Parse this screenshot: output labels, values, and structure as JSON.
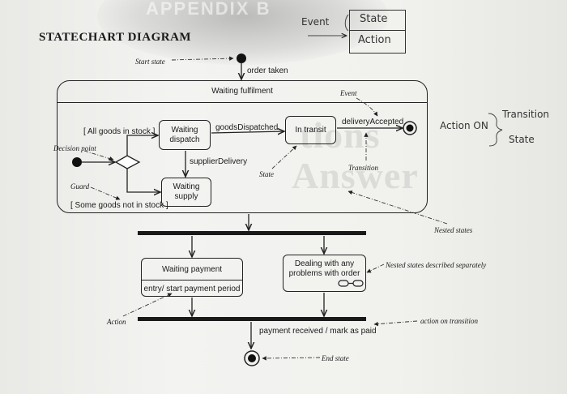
{
  "header": {
    "appendix_text": "APPENDIX B",
    "title": "STATECHART DIAGRAM"
  },
  "legend": {
    "event_label": "Event",
    "state_label": "State",
    "action_label": "Action",
    "action_on_label": "Action ON",
    "transition_label": "Transition",
    "state_label2": "State"
  },
  "diagram": {
    "composite_title": "Waiting fulfilment",
    "order_taken": "order taken",
    "all_goods_guard": "[ All goods in stock ]",
    "some_goods_guard": "[ Some goods not in stock ]",
    "waiting_dispatch": "Waiting dispatch",
    "waiting_supply": "Waiting supply",
    "goods_dispatched": "goodsDispatched",
    "supplier_delivery": "supplierDelivery",
    "in_transit": "In transit",
    "delivery_accepted": "deliveryAccepted",
    "waiting_payment": "Waiting payment",
    "waiting_payment_action": "entry/ start payment period",
    "dealing_problems": "Dealing with any problems with order",
    "payment_received": "payment received / mark as paid"
  },
  "annotations": {
    "start_state": "Start state",
    "decision_point": "Decision point",
    "guard": "Guard",
    "event": "Event",
    "state": "State",
    "transition": "Transition",
    "nested_states": "Nested states",
    "nested_separately": "Nested states described separately",
    "action": "Action",
    "action_on_transition": "action on transition",
    "end_state": "End state"
  },
  "background_text": {
    "ghost_line1": "tions",
    "ghost_line2": "Answer"
  }
}
